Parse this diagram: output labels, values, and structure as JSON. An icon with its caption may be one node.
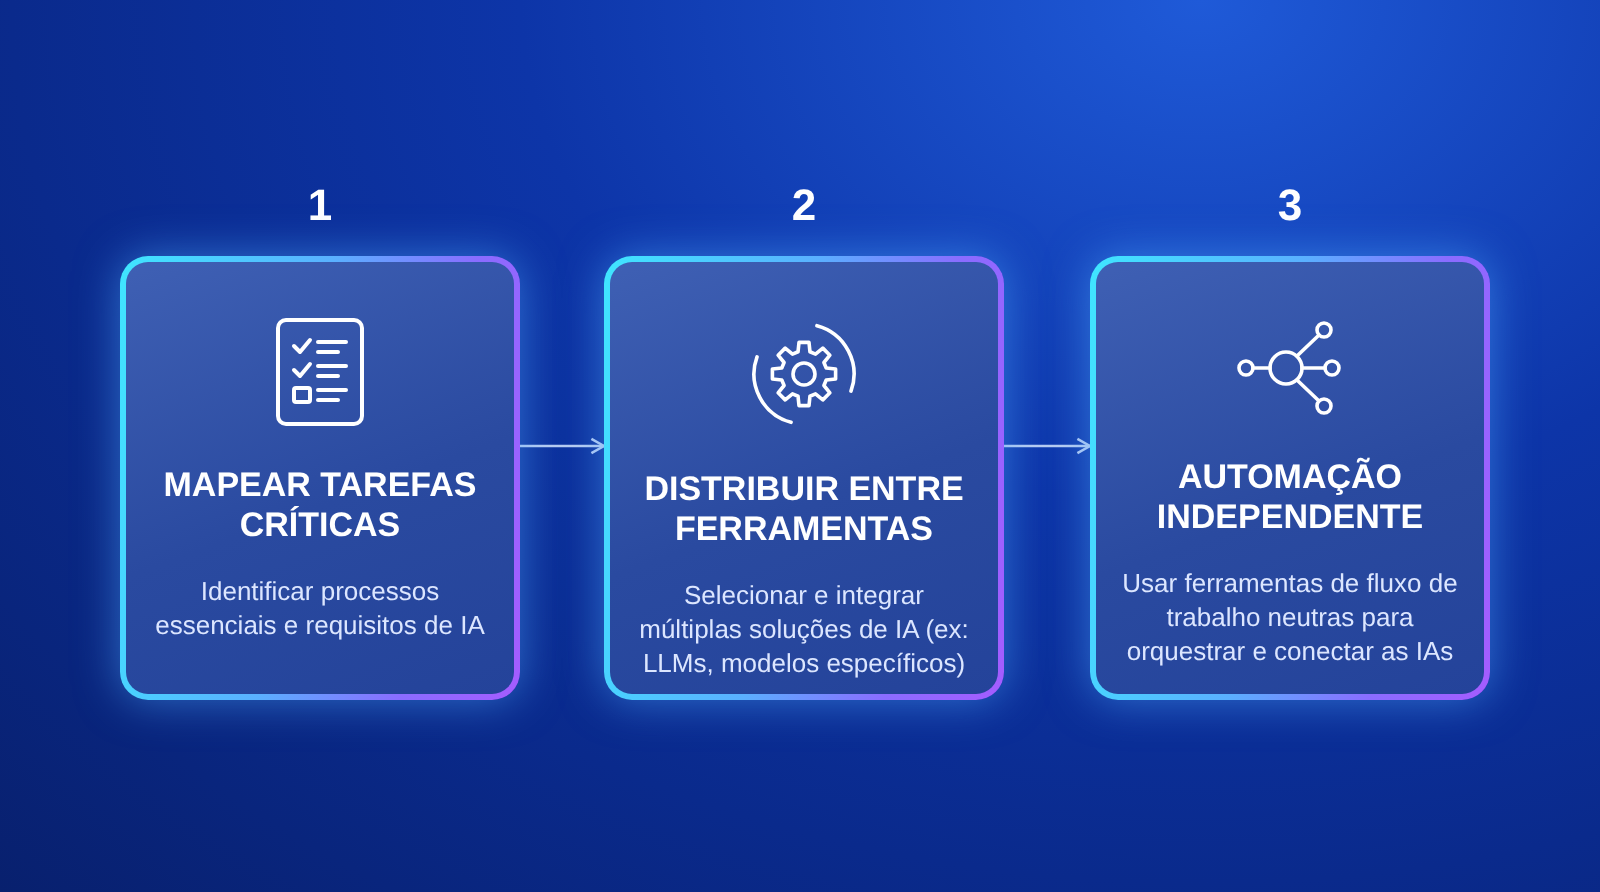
{
  "diagram": {
    "nodes": [
      {
        "text": [
          "MAPEAR TAREFAS CRÍTICAS",
          "Identificar processos essenciais e requisitos de IA"
        ],
        "beside": [
          "1"
        ]
      },
      {
        "text": [
          "DISTRIBUIR ENTRE FERRAMENTAS",
          "Selecionar e integrar múltiplas soluções de IA (ex: LLMs, modelos específicos)"
        ],
        "beside": [
          "2"
        ]
      },
      {
        "text": [
          "AUTOMAÇÃO INDEPENDENTE",
          "Usar ferramentas de fluxo de trabalho neutras para orquestrar e conectar as IAs"
        ],
        "beside": [
          "3"
        ]
      }
    ],
    "edges": [
      {
        "from": 0,
        "to": 1,
        "arrow": "to"
      },
      {
        "from": 1,
        "to": 2,
        "arrow": "to"
      }
    ]
  }
}
